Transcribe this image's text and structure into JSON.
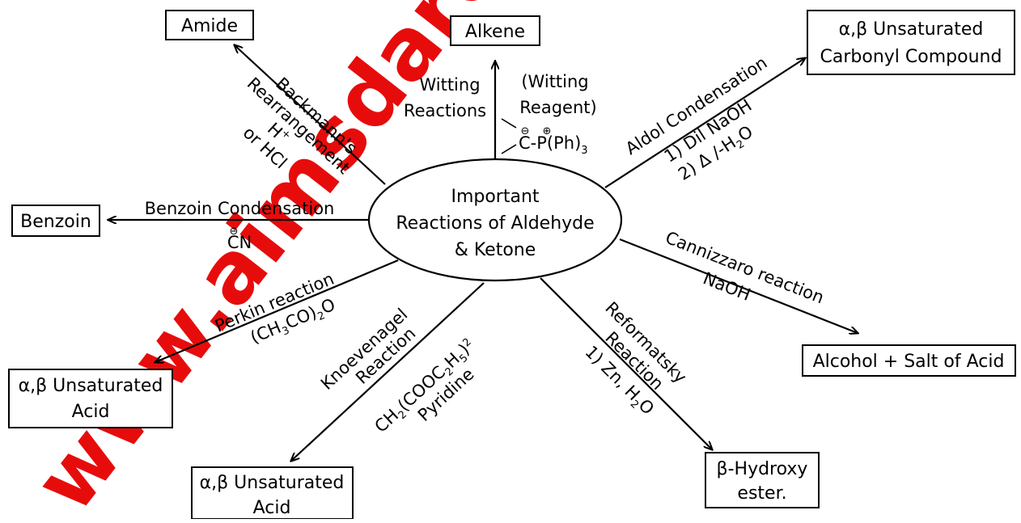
{
  "watermark": "www.aimsdaretosuccess.com",
  "center": {
    "line1": "Important",
    "line2": "Reactions of Aldehyde",
    "line3": "& Ketone"
  },
  "products": {
    "amide": "Amide",
    "alkene": "Alkene",
    "ab_carbonyl_line1": "α,β Unsaturated",
    "ab_carbonyl_line2": "Carbonyl Compound",
    "benzoin": "Benzoin",
    "alcohol_salt": "Alcohol + Salt of Acid",
    "ab_acid_left_line1": "α,β Unsaturated",
    "ab_acid_left_line2": "Acid",
    "ab_acid_bottom_line1": "α,β Unsaturated",
    "ab_acid_bottom_line2": "Acid",
    "hydroxy_line1": "β-Hydroxy",
    "hydroxy_line2": "ester."
  },
  "reactions": {
    "backmann_line1": "Backmann's",
    "backmann_line2": "Rearrangement",
    "backmann_line3_a": "H",
    "backmann_line3_b": "+",
    "backmann_line4": "or HCl",
    "witting_line1": "Witting",
    "witting_line2": "Reactions",
    "witting_reagent_line1": "(Witting",
    "witting_reagent_line2": "Reagent)",
    "witting_formula": "C-P(Ph)",
    "witting_formula_sub": "3",
    "witting_minus": "⊖",
    "witting_plus": "⊕",
    "aldol_name": "Aldol Condensation",
    "aldol_step1": "1) Dil NaOH",
    "aldol_step2_a": "2) Δ /-H",
    "aldol_step2_sub": "2",
    "aldol_step2_b": "O",
    "benzoin_name": "Benzoin Condensation",
    "benzoin_reagent": "CN",
    "benzoin_minus": "⊖",
    "cannizzaro_name": "Cannizzaro reaction",
    "cannizzaro_reagent": "NaOH",
    "perkin_name": "Perkin reaction",
    "perkin_reagent_a": "(CH",
    "perkin_reagent_sub1": "3",
    "perkin_reagent_b": "CO)",
    "perkin_reagent_sub2": "2",
    "perkin_reagent_c": "O",
    "knoev_line1": "Knoevenagel",
    "knoev_line2": "Reaction",
    "knoev_reagent_a": "CH",
    "knoev_reagent_sub1": "2",
    "knoev_reagent_b": "(COOC",
    "knoev_reagent_sub2": "2",
    "knoev_reagent_c": "H",
    "knoev_reagent_sub3": "5",
    "knoev_reagent_d": ")",
    "knoev_reagent_sub4": "2",
    "knoev_pyridine": "Pyridine",
    "reform_line1": "Reformatsky",
    "reform_line2": "Reaction",
    "reform_step_a": "1) Zn, H",
    "reform_step_sub": "2",
    "reform_step_b": "O"
  }
}
